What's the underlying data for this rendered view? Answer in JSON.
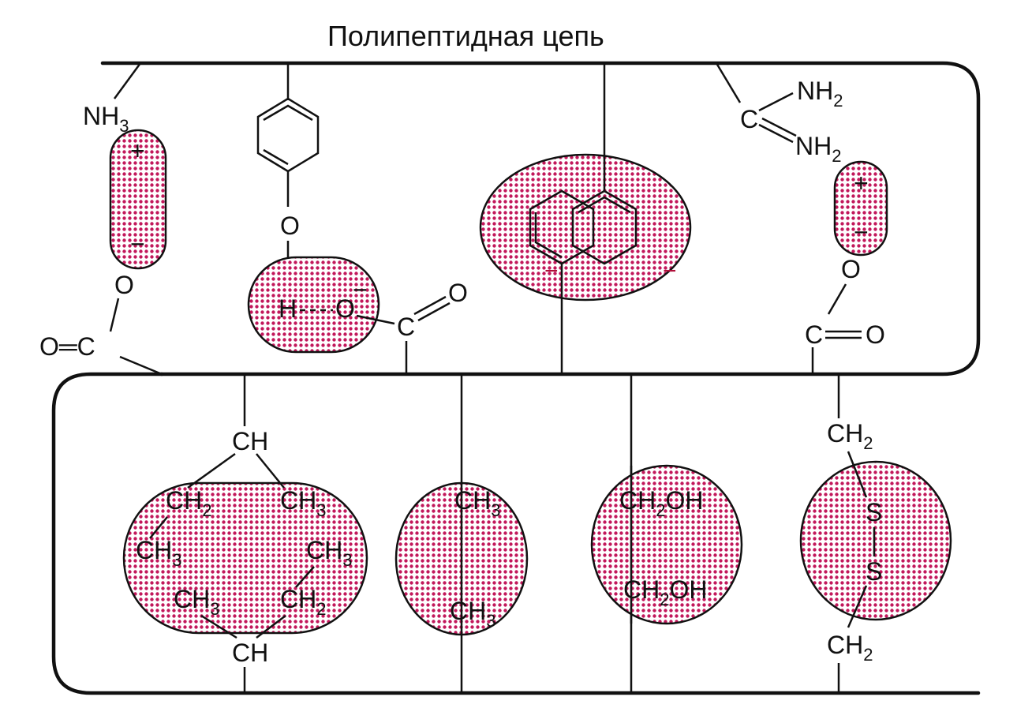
{
  "title": "Полипептидная цепь",
  "colors": {
    "dot": "#c2185b",
    "line": "#111111",
    "bg": "#ffffff"
  },
  "top": {
    "nh3": {
      "main": "NH",
      "sub": "3"
    },
    "plus": "+",
    "minus": "−",
    "ester_o": "O",
    "ester_c": "O═C",
    "tyr_o": "O",
    "hbond_h": "H",
    "hbond_o": "O",
    "hbond_minus": "−",
    "acid_c": "C",
    "acid_o": "O",
    "aromatic_minus": "−",
    "arg_nh2_top": {
      "main": "NH",
      "sub": "2"
    },
    "arg_c": "C",
    "arg_nh2_bottom": {
      "main": "NH",
      "sub": "2"
    },
    "plus2": "+",
    "minus2": "−",
    "o2": "O",
    "c2": "C",
    "o3": "O"
  },
  "bottom": {
    "leu": {
      "ch_top": "CH",
      "ch2_left": {
        "main": "CH",
        "sub": "2"
      },
      "ch3_right": {
        "main": "CH",
        "sub": "3"
      },
      "ch3_midleft": {
        "main": "CH",
        "sub": "3"
      },
      "ch3_midright": {
        "main": "CH",
        "sub": "3"
      },
      "ch3_lowleft": {
        "main": "CH",
        "sub": "3"
      },
      "ch2_lowright": {
        "main": "CH",
        "sub": "2"
      },
      "ch_bottom": "CH"
    },
    "ala": {
      "ch3_top": {
        "main": "CH",
        "sub": "3"
      },
      "ch3_bottom": {
        "main": "CH",
        "sub": "3"
      }
    },
    "ser": {
      "top": {
        "main": "CH",
        "sub": "2",
        "tail": "OH"
      },
      "bottom": {
        "main": "CH",
        "sub": "2",
        "tail": "OH"
      }
    },
    "cys": {
      "ch2_top": {
        "main": "CH",
        "sub": "2"
      },
      "s_top": "S",
      "s_bottom": "S",
      "ch2_bottom": {
        "main": "CH",
        "sub": "2"
      }
    }
  }
}
